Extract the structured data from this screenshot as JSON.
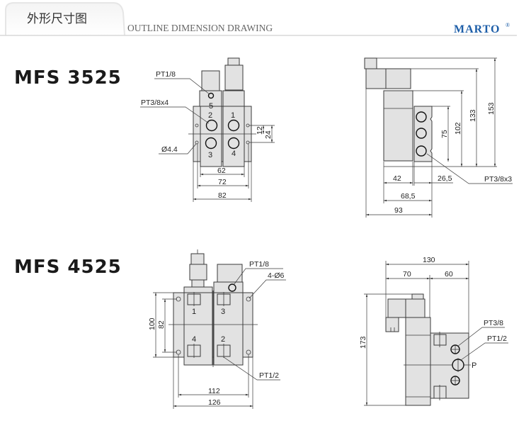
{
  "header": {
    "title_cn": "外形尺寸图",
    "subtitle": "OUTLINE DIMENSION DRAWING",
    "brand": "MARTO",
    "brand_mark": "®",
    "brand_color": "#1d5ea8"
  },
  "mfs3525": {
    "model": "MFS 3525",
    "front": {
      "port_labels": [
        "5",
        "2",
        "1",
        "3",
        "4"
      ],
      "callouts": {
        "pilot": "PT1/8",
        "ports": "PT3/8x4",
        "hole": "Ø4.4"
      },
      "dims": {
        "w62": "62",
        "w72": "72",
        "w82": "82",
        "h12": "12",
        "h24": "24"
      }
    },
    "side": {
      "callout": "PT3/8x3",
      "dims": {
        "h75": "75",
        "h102": "102",
        "h133": "133",
        "h153": "153",
        "w42": "42",
        "w26_5": "26,5",
        "w68_5": "68,5",
        "w93": "93"
      }
    }
  },
  "mfs4525": {
    "model": "MFS 4525",
    "front": {
      "port_labels": [
        "1",
        "3",
        "4",
        "2"
      ],
      "callouts": {
        "pilot": "PT1/8",
        "holes": "4-Ø6",
        "ports": "PT1/2"
      },
      "dims": {
        "h100": "100",
        "h82": "82",
        "w112": "112",
        "w126": "126"
      }
    },
    "side": {
      "callouts": {
        "exhaust": "PT3/8",
        "inlet": "PT1/2",
        "p_label": "P"
      },
      "dims": {
        "w130": "130",
        "w70": "70",
        "w60": "60",
        "h173": "173"
      }
    }
  }
}
